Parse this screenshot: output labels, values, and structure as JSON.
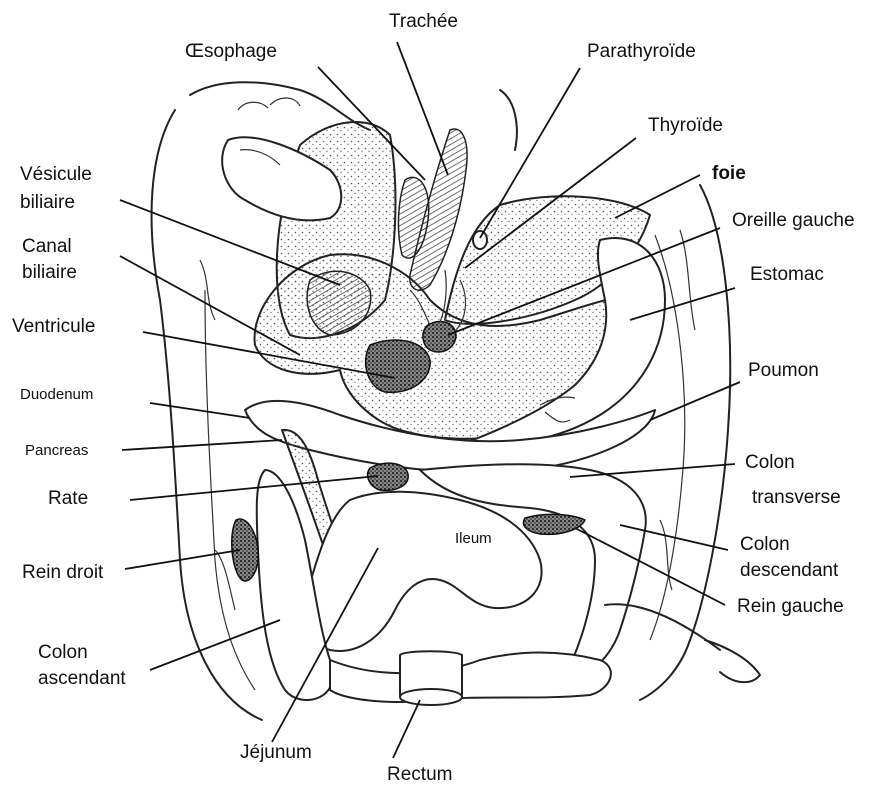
{
  "figure": {
    "labels": {
      "oesophage": "Œsophage",
      "trachee": "Trachée",
      "parathyroide": "Parathyroïde",
      "thyroide": "Thyroïde",
      "foie": "foie",
      "vesicule_line1": "Vésicule",
      "vesicule_line2": "biliaire",
      "canal_line1": "Canal",
      "canal_line2": "biliaire",
      "oreille_gauche": "Oreille gauche",
      "estomac": "Estomac",
      "ventricule": "Ventricule",
      "duodenum": "Duodenum",
      "poumon": "Poumon",
      "pancreas": "Pancreas",
      "colon_transverse_line1": "Colon",
      "colon_transverse_line2": "transverse",
      "rate": "Rate",
      "ileum": "Ileum",
      "colon_descendant_line1": "Colon",
      "colon_descendant_line2": "descendant",
      "rein_droit": "Rein droit",
      "rein_gauche": "Rein gauche",
      "colon_ascendant_line1": "Colon",
      "colon_ascendant_line2": "ascendant",
      "jejunum": "Jéjunum",
      "rectum": "Rectum"
    }
  }
}
